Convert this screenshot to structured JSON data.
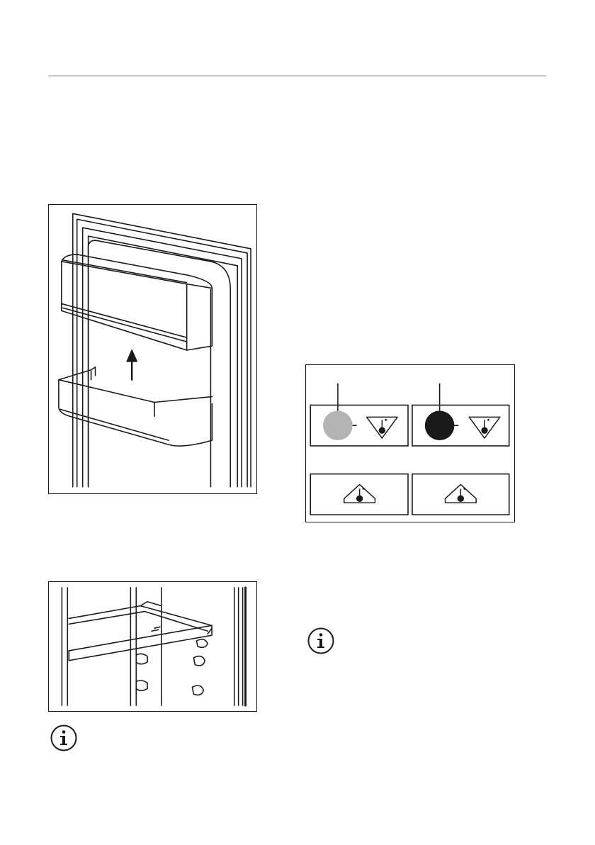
{
  "figures": {
    "door_shelf": {
      "icon": "upward-arrow-icon"
    },
    "glass_shelf": {
      "icon": "shelf-icon"
    },
    "temperature_indicator": {
      "states": [
        {
          "position": "top-left",
          "dot_color": "#b3b3b3",
          "symbol": "thermometer-down-icon"
        },
        {
          "position": "top-right",
          "dot_color": "#1a1a1a",
          "symbol": "thermometer-down-icon"
        },
        {
          "position": "bottom-left",
          "dot_color": null,
          "symbol": "thermometer-up-icon"
        },
        {
          "position": "bottom-right",
          "dot_color": null,
          "symbol": "thermometer-up-icon"
        }
      ]
    }
  },
  "notes": [
    {
      "icon": "info-icon",
      "position": "bottom-left"
    },
    {
      "icon": "info-icon",
      "position": "right"
    }
  ],
  "colors": {
    "rule": "#c8c8c8",
    "line": "#1a1a1a",
    "grey_dot": "#b3b3b3",
    "black_dot": "#1a1a1a"
  }
}
